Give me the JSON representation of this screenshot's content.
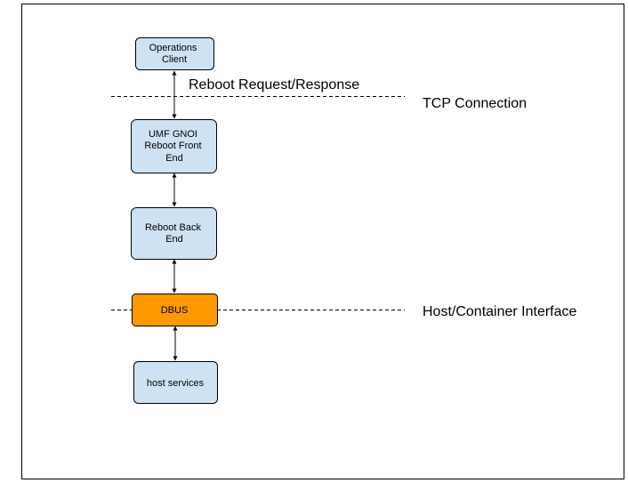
{
  "diagram": {
    "nodes": {
      "operations_client": {
        "lines": [
          "Operations",
          "Client"
        ],
        "fill": "#cfe2f3"
      },
      "front_end": {
        "lines": [
          "UMF GNOI",
          "Reboot Front",
          "End"
        ],
        "fill": "#cfe2f3"
      },
      "back_end": {
        "lines": [
          "Reboot Back",
          "End"
        ],
        "fill": "#cfe2f3"
      },
      "dbus": {
        "lines": [
          "DBUS"
        ],
        "fill": "#ff9900"
      },
      "host_services": {
        "lines": [
          "host services"
        ],
        "fill": "#cfe2f3"
      }
    },
    "annotations": {
      "reboot_request": "Reboot Request/Response",
      "tcp_connection": "TCP Connection",
      "host_container": "Host/Container Interface"
    },
    "colors": {
      "border": "#000000",
      "dashed_line": "#000000"
    }
  }
}
